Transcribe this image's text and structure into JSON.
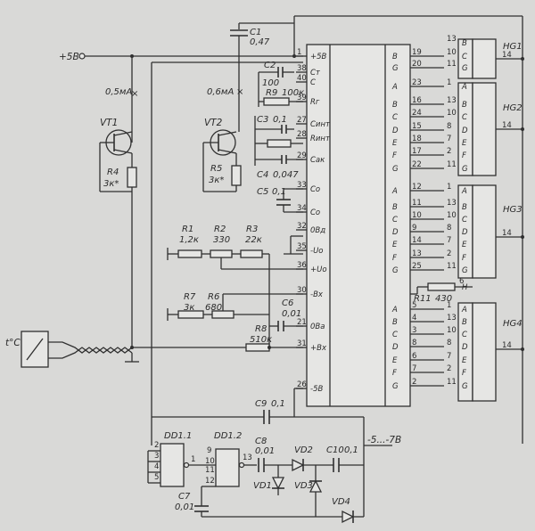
{
  "supplies": {
    "plus5v": "+5В",
    "minus5v": "-5...-7В",
    "temp_sensor": "t°C"
  },
  "currents": {
    "vt1": "0,5мА",
    "vt2": "0,6мА"
  },
  "transistors": [
    {
      "ref": "VT1"
    },
    {
      "ref": "VT2"
    }
  ],
  "capacitors": [
    {
      "ref": "C1",
      "value": "0,47"
    },
    {
      "ref": "C2",
      "value": "100"
    },
    {
      "ref": "C3",
      "value": "0,1"
    },
    {
      "ref": "C4",
      "value": "0,047"
    },
    {
      "ref": "C5",
      "value": "0,1"
    },
    {
      "ref": "C6",
      "value": "0,01"
    },
    {
      "ref": "C7",
      "value": "0,01"
    },
    {
      "ref": "C8",
      "value": "0,01"
    },
    {
      "ref": "C9",
      "value": "0,1"
    },
    {
      "ref": "C10",
      "value": "0,1"
    }
  ],
  "resistors": [
    {
      "ref": "R1",
      "value": "1,2к"
    },
    {
      "ref": "R2",
      "value": "330"
    },
    {
      "ref": "R3",
      "value": "22к"
    },
    {
      "ref": "R4",
      "value": "3к*"
    },
    {
      "ref": "R5",
      "value": "3к*"
    },
    {
      "ref": "R6",
      "value": "680"
    },
    {
      "ref": "R7",
      "value": "3к"
    },
    {
      "ref": "R8",
      "value": "510к"
    },
    {
      "ref": "R9",
      "value": "100к"
    },
    {
      "ref": "R11",
      "value": "430"
    }
  ],
  "diodes": [
    "VD1",
    "VD2",
    "VD3",
    "VD4"
  ],
  "logic": [
    {
      "ref": "DD1.1"
    },
    {
      "ref": "DD1.2"
    }
  ],
  "adc_pins_left": [
    {
      "num": "1",
      "name": "+5В"
    },
    {
      "num": "38",
      "name": "Ст"
    },
    {
      "num": "40",
      "name": "С"
    },
    {
      "num": "39",
      "name": "Rг"
    },
    {
      "num": "27",
      "name": "Синт"
    },
    {
      "num": "28",
      "name": "Rинт"
    },
    {
      "num": "29",
      "name": "Сак"
    },
    {
      "num": "33",
      "name": "Со"
    },
    {
      "num": "34",
      "name": "Со"
    },
    {
      "num": "32",
      "name": "0Вд"
    },
    {
      "num": "35",
      "name": "-Uо"
    },
    {
      "num": "36",
      "name": "+Uо"
    },
    {
      "num": "30",
      "name": "-Bх"
    },
    {
      "num": "21",
      "name": "0Ва"
    },
    {
      "num": "31",
      "name": "+Bх"
    },
    {
      "num": "26",
      "name": "-5В"
    }
  ],
  "adc_pins_right": [
    {
      "seg": "B",
      "num": "19"
    },
    {
      "seg": "G",
      "num": "20"
    },
    {
      "seg": "A",
      "num": "23"
    },
    {
      "seg": "B",
      "num": "16"
    },
    {
      "seg": "C",
      "num": "24"
    },
    {
      "seg": "D",
      "num": "15"
    },
    {
      "seg": "E",
      "num": "18"
    },
    {
      "seg": "F",
      "num": "17"
    },
    {
      "seg": "G",
      "num": "22"
    },
    {
      "seg": "A",
      "num": "12"
    },
    {
      "seg": "B",
      "num": "11"
    },
    {
      "seg": "C",
      "num": "10"
    },
    {
      "seg": "D",
      "num": "9"
    },
    {
      "seg": "E",
      "num": "14"
    },
    {
      "seg": "F",
      "num": "13"
    },
    {
      "seg": "G",
      "num": "25"
    },
    {
      "seg": "A",
      "num": "5"
    },
    {
      "seg": "B",
      "num": "4"
    },
    {
      "seg": "C",
      "num": "3"
    },
    {
      "seg": "D",
      "num": "8"
    },
    {
      "seg": "E",
      "num": "6"
    },
    {
      "seg": "F",
      "num": "7"
    },
    {
      "seg": "G",
      "num": "2"
    }
  ],
  "indicators": [
    {
      "ref": "HG1",
      "pins": [
        "13",
        "10",
        "11"
      ],
      "segs": [
        "B",
        "C",
        "G"
      ]
    },
    {
      "ref": "HG2",
      "pins": [
        "1",
        "13",
        "10",
        "8",
        "7",
        "2",
        "11"
      ],
      "segs": [
        "A",
        "B",
        "C",
        "D",
        "E",
        "F",
        "G"
      ]
    },
    {
      "ref": "HG3",
      "pins": [
        "1",
        "13",
        "10",
        "8",
        "7",
        "2",
        "11"
      ],
      "segs": [
        "A",
        "B",
        "C",
        "D",
        "E",
        "F",
        "G"
      ]
    },
    {
      "ref": "HG4",
      "pins": [
        "1",
        "13",
        "10",
        "8",
        "7",
        "2",
        "11"
      ],
      "segs": [
        "A",
        "B",
        "C",
        "D",
        "E",
        "F",
        "G"
      ]
    }
  ],
  "hg_common_pin": "14",
  "hg3_h_pin": "6",
  "hg3_h_seg": "H"
}
